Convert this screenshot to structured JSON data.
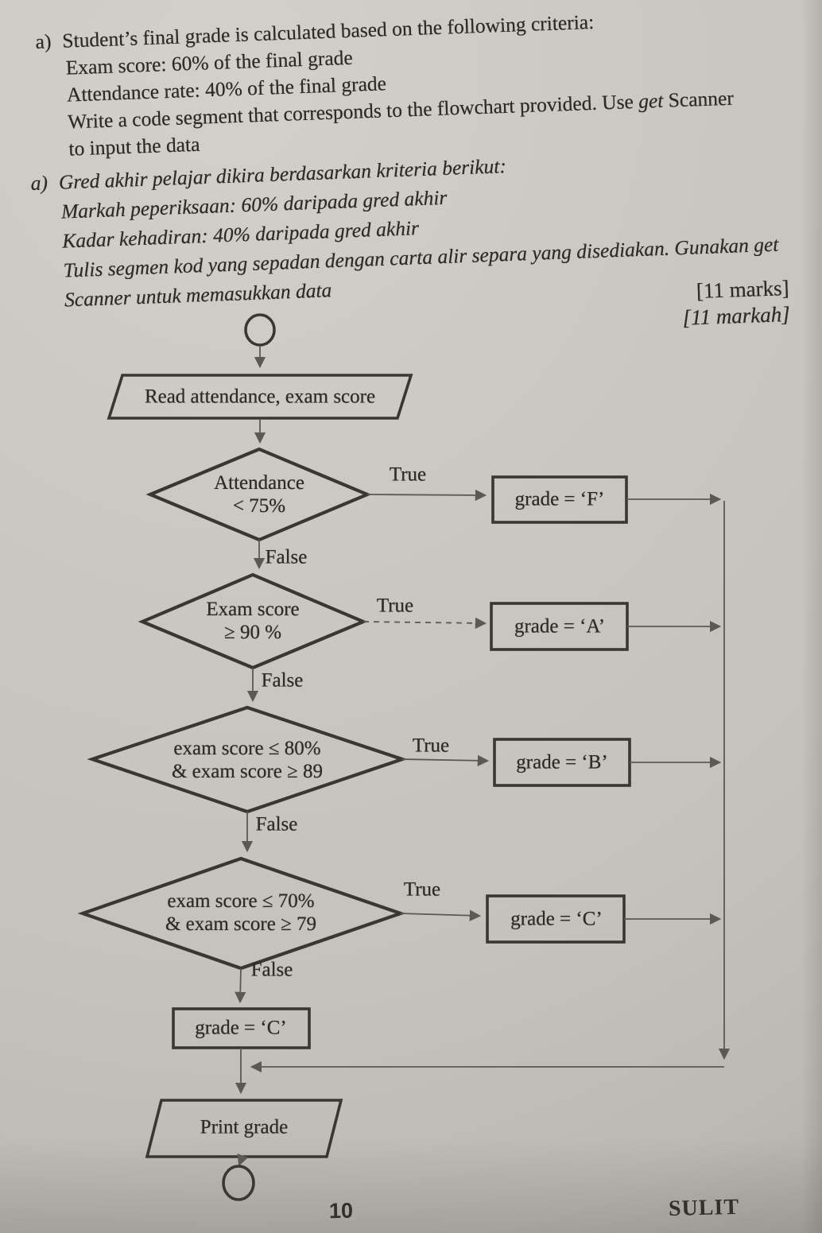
{
  "page": {
    "question_en": {
      "item": "a)",
      "line1": "Student’s final grade is calculated based on the following criteria:",
      "line2": "Exam score: 60% of the final grade",
      "line3": "Attendance rate: 40% of the final grade",
      "line4_pre": "Write a code segment that corresponds to the flowchart provided. Use ",
      "line4_em": "get",
      "line4_post": " Scanner",
      "line5": "to input the data"
    },
    "question_ms": {
      "item": "a)",
      "line1": "Gred akhir pelajar dikira berdasarkan kriteria berikut:",
      "line2": "Markah peperiksaan: 60% daripada gred akhir",
      "line3": "Kadar kehadiran: 40% daripada gred akhir",
      "line4": "Tulis segmen kod yang sepadan dengan carta alir separa yang disediakan. Gunakan get",
      "line5": "Scanner untuk memasukkan data"
    },
    "marks_en": "[11 marks]",
    "marks_ms": "[11 markah]",
    "page_number": "10",
    "footer_tag": "SULIT"
  },
  "flowchart": {
    "read_node": "Read attendance, exam score",
    "decisions": [
      {
        "line1": "Attendance",
        "line2": "< 75%",
        "true_label": "True",
        "false_label": "False"
      },
      {
        "line1": "Exam score",
        "line2": "≥ 90 %",
        "true_label": "True",
        "false_label": "False"
      },
      {
        "line1": "exam score ≤ 80%",
        "line2": "& exam score ≥ 89",
        "true_label": "True",
        "false_label": "False"
      },
      {
        "line1": "exam score ≤ 70%",
        "line2": "& exam score ≥ 79",
        "true_label": "True",
        "false_label": "False"
      }
    ],
    "grade_boxes": [
      "grade = ‘F’",
      "grade = ‘A’",
      "grade = ‘B’",
      "grade = ‘C’",
      "grade = ‘C’"
    ],
    "print_node": "Print grade"
  },
  "colors": {
    "paper": "#c9c6c1",
    "ink": "#2e2b27",
    "shape_stroke": "#3a3631",
    "connector": "#5c5852"
  }
}
